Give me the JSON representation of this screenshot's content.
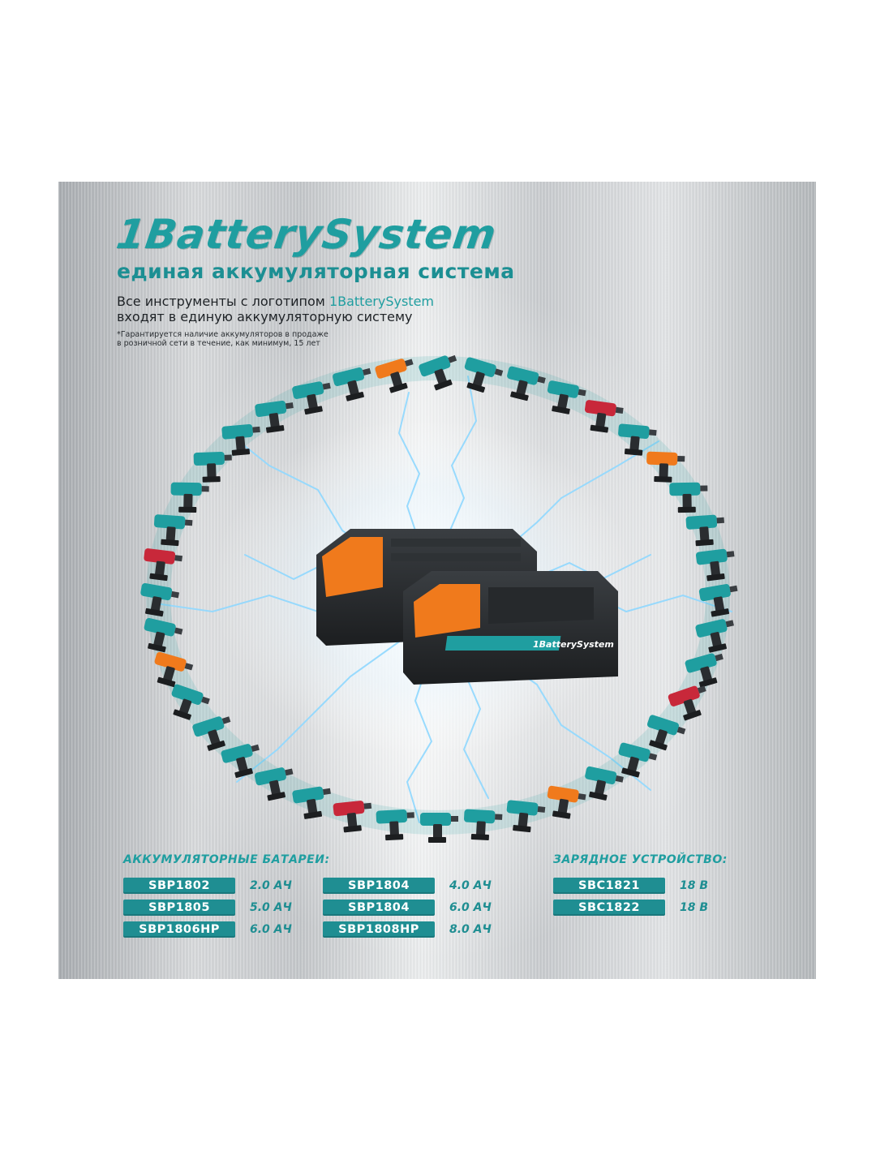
{
  "header": {
    "logo_text": "1BatterySystem",
    "subtitle": "единая аккумуляторная система",
    "intro_prefix": "Все инструменты с логотипом ",
    "intro_brand": "1BatterySystem",
    "intro_suffix": "входят в единую аккумуляторную систему",
    "note_line1": "*Гарантируется наличие аккумуляторов в продаже",
    "note_line2": "в розничной сети в течение, как минимум, 15 лет"
  },
  "battery_label": "1BatterySystem",
  "batteries": {
    "title": "АККУМУЛЯТОРНЫЕ БАТАРЕИ:",
    "items": [
      {
        "model": "SBP1802",
        "capacity": "2.0 АЧ"
      },
      {
        "model": "SBP1804",
        "capacity": "4.0 АЧ"
      },
      {
        "model": "SBP1805",
        "capacity": "5.0 АЧ"
      },
      {
        "model": "SBP1804",
        "capacity": "6.0 АЧ"
      },
      {
        "model": "SBP1806HP",
        "capacity": "6.0 АЧ"
      },
      {
        "model": "SBP1808HP",
        "capacity": "8.0 АЧ"
      }
    ]
  },
  "chargers": {
    "title": "ЗАРЯДНОЕ УСТРОЙСТВО:",
    "items": [
      {
        "model": "SBC1821",
        "voltage": "18 В"
      },
      {
        "model": "SBC1822",
        "voltage": "18 В"
      }
    ]
  },
  "colors": {
    "teal": "#1f9ea0",
    "badge": "#1f8e92",
    "orange": "#f07a1c",
    "battery_body": "#2a2d30",
    "lightning": "#8fd8ff"
  }
}
